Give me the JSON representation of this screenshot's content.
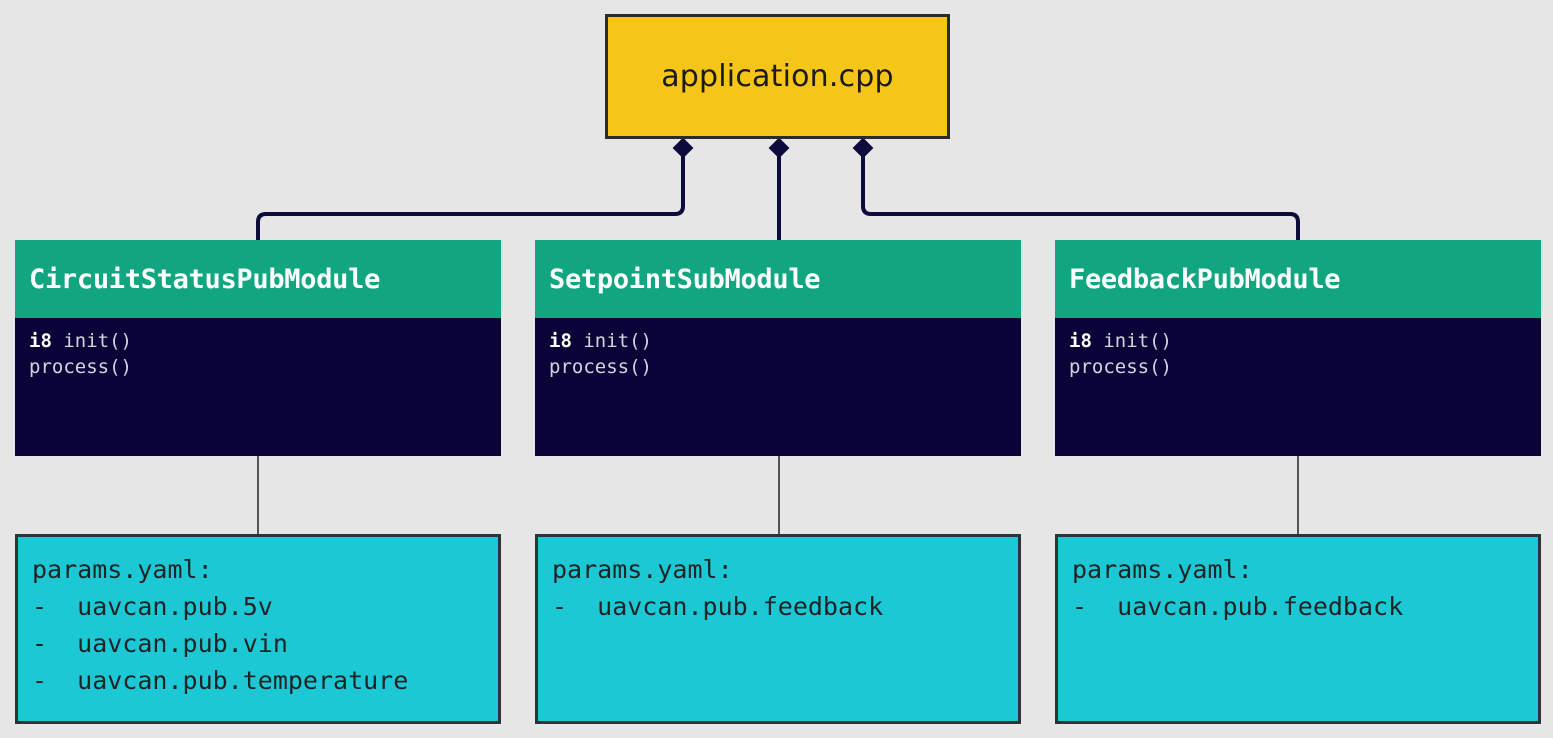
{
  "diagram": {
    "title": "application.cpp module composition diagram",
    "background_color": "#e6e6e6",
    "root": {
      "label": "application.cpp",
      "fill_color": "#f5c518",
      "border_color": "#2b2b2b"
    },
    "connector": {
      "color": "#0d0a3c",
      "arrow_kind": "filled-diamond",
      "relation": "composition"
    },
    "link_line_color": "#545454",
    "modules": [
      {
        "name": "CircuitStatusPubModule",
        "header_color": "#11a67f",
        "body_color": "#0a0338",
        "methods": [
          {
            "return_type": "i8",
            "signature": " init()"
          },
          {
            "return_type": "",
            "signature": "process()"
          }
        ]
      },
      {
        "name": "SetpointSubModule",
        "header_color": "#11a67f",
        "body_color": "#0a0338",
        "methods": [
          {
            "return_type": "i8",
            "signature": " init()"
          },
          {
            "return_type": "",
            "signature": "process()"
          }
        ]
      },
      {
        "name": "FeedbackPubModule",
        "header_color": "#11a67f",
        "body_color": "#0a0338",
        "methods": [
          {
            "return_type": "i8",
            "signature": " init()"
          },
          {
            "return_type": "",
            "signature": "process()"
          }
        ]
      }
    ],
    "params": [
      {
        "heading": "params.yaml:",
        "fill_color": "#1bc8d4",
        "entries": [
          "-  uavcan.pub.5v",
          "-  uavcan.pub.vin",
          "-  uavcan.pub.temperature"
        ]
      },
      {
        "heading": "params.yaml:",
        "fill_color": "#1bc8d4",
        "entries": [
          "-  uavcan.pub.feedback"
        ]
      },
      {
        "heading": "params.yaml:",
        "fill_color": "#1bc8d4",
        "entries": [
          "-  uavcan.pub.feedback"
        ]
      }
    ]
  }
}
